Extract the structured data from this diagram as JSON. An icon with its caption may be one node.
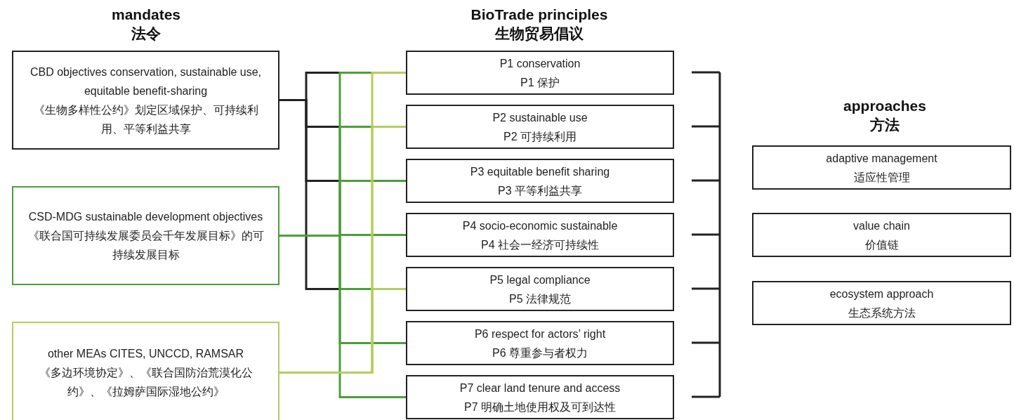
{
  "diagram": {
    "nodes": [
      {
        "text": [
          "CBD objectives conservation, sustainable use, equitable benefit-sharing",
          "《生物多样性公约》划定区域保护、可持续利用、平等利益共享"
        ]
      },
      {
        "text": [
          "CSD-MDG sustainable development objectives",
          "《联合国可持续发展委员会千年发展目标》的可持续发展目标"
        ]
      },
      {
        "text": [
          "other MEAs CITES, UNCCD, RAMSAR",
          "《多边环境协定》、《联合国防治荒漠化公约》、《拉姆萨国际湿地公约》"
        ]
      },
      {
        "text": [
          "P1 conservation",
          "P1 保护"
        ]
      },
      {
        "text": [
          "P2 sustainable use",
          "P2 可持续利用"
        ]
      },
      {
        "text": [
          "P3 equitable benefit sharing",
          "P3 平等利益共享"
        ]
      },
      {
        "text": [
          "P4 socio-economic sustainable",
          "P4 社会一经济可持续性"
        ]
      },
      {
        "text": [
          "P5 legal compliance",
          "P5 法律规范"
        ]
      },
      {
        "text": [
          "P6 respect for actors’ right",
          "P6 尊重参与者权力"
        ]
      },
      {
        "text": [
          "P7 clear land tenure and access",
          "P7 明确土地使用权及可到达性"
        ]
      },
      {
        "text": [
          "adaptive management",
          "适应性管理"
        ]
      },
      {
        "text": [
          "value chain",
          "价值链"
        ]
      },
      {
        "text": [
          "ecosystem approach",
          "生态系统方法"
        ]
      }
    ],
    "edges": [
      {
        "from": 0,
        "to": 3,
        "arrow": "none",
        "color": "#222222"
      },
      {
        "from": 0,
        "to": 4,
        "arrow": "none",
        "color": "#222222"
      },
      {
        "from": 0,
        "to": 5,
        "arrow": "none",
        "color": "#222222"
      },
      {
        "from": 0,
        "to": 7,
        "arrow": "none",
        "color": "#222222"
      },
      {
        "from": 1,
        "to": 3,
        "arrow": "none",
        "color": "#4c9e3a"
      },
      {
        "from": 1,
        "to": 4,
        "arrow": "none",
        "color": "#4c9e3a"
      },
      {
        "from": 1,
        "to": 5,
        "arrow": "none",
        "color": "#4c9e3a"
      },
      {
        "from": 1,
        "to": 6,
        "arrow": "none",
        "color": "#4c9e3a"
      },
      {
        "from": 1,
        "to": 7,
        "arrow": "none",
        "color": "#4c9e3a"
      },
      {
        "from": 1,
        "to": 8,
        "arrow": "none",
        "color": "#4c9e3a"
      },
      {
        "from": 1,
        "to": 9,
        "arrow": "none",
        "color": "#4c9e3a"
      },
      {
        "from": 2,
        "to": 3,
        "arrow": "none",
        "color": "#b5cc5e"
      },
      {
        "from": 2,
        "to": 4,
        "arrow": "none",
        "color": "#b5cc5e"
      },
      {
        "from": 2,
        "to": 7,
        "arrow": "none",
        "color": "#b5cc5e"
      }
    ],
    "labels": [
      "mandates",
      "法令",
      "BioTrade principles",
      "生物贸易倡议",
      "approaches",
      "方法"
    ]
  }
}
